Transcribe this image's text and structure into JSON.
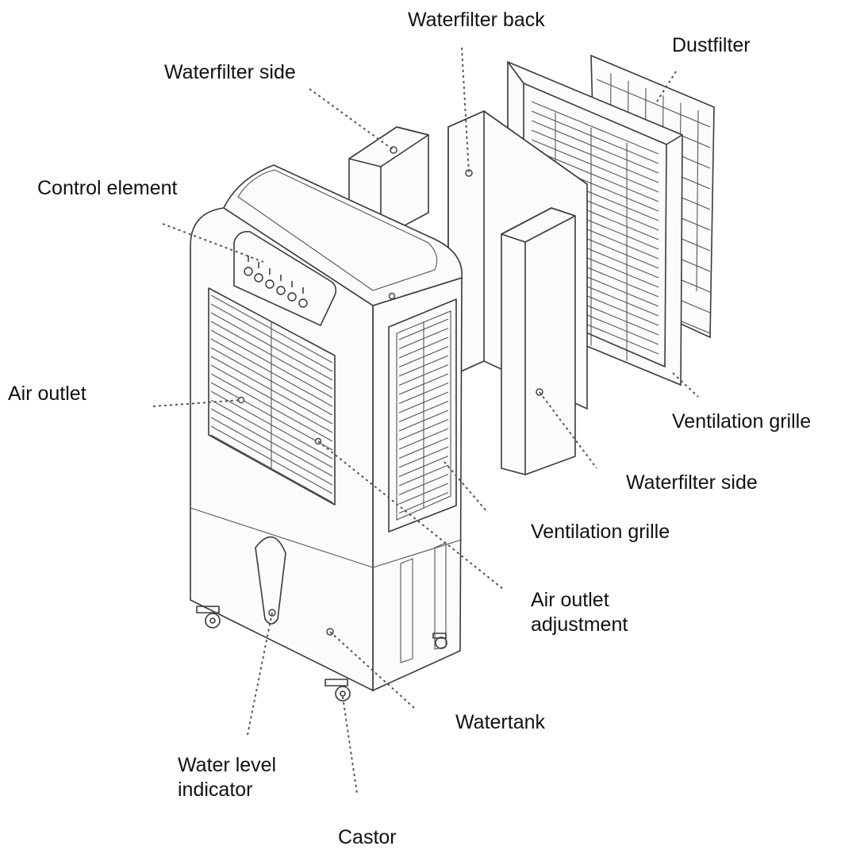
{
  "labels": {
    "waterfilter_back": "Waterfilter back",
    "dustfilter": "Dustfilter",
    "waterfilter_side_top": "Waterfilter side",
    "control_element": "Control element",
    "air_outlet": "Air outlet",
    "ventilation_grille_right": "Ventilation grille",
    "waterfilter_side_right": "Waterfilter side",
    "ventilation_grille_center": "Ventilation grille",
    "air_outlet_adjustment_line1": "Air outlet",
    "air_outlet_adjustment_line2": "adjustment",
    "watertank": "Watertank",
    "water_level_indicator_line1": "Water level",
    "water_level_indicator_line2": "indicator",
    "castor": "Castor"
  }
}
